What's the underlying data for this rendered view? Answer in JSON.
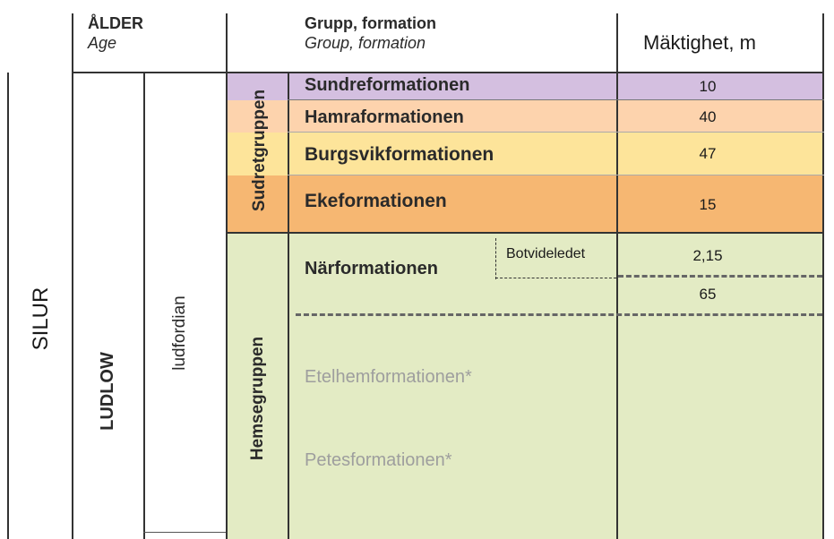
{
  "header": {
    "age_sv": "ÅLDER",
    "age_en": "Age",
    "group_sv": "Grupp, formation",
    "group_en": "Group, formation",
    "thickness": "Mäktighet, m"
  },
  "age": {
    "system": "SILUR",
    "series": "LUDLOW",
    "stage": "ludfordian"
  },
  "groups": {
    "sudret": "Sudretgruppen",
    "hemse": "Hemsegruppen"
  },
  "formations": [
    {
      "name": "Sundreformationen",
      "thickness": "10",
      "color": "#d4bfe0"
    },
    {
      "name": "Hamraformationen",
      "thickness": "40",
      "color": "#fdd3ad"
    },
    {
      "name": "Burgsvikformationen",
      "thickness": "47",
      "color": "#fde49a"
    },
    {
      "name": "Ekeformationen",
      "thickness": "15",
      "color": "#f6b772"
    },
    {
      "name": "Närformationen",
      "member": "Botvideledet",
      "thickness_member": "2,15",
      "thickness": "65",
      "color": "#e3ebc4"
    },
    {
      "name": "Etelhemformationen*",
      "color": "#e3ebc4"
    },
    {
      "name": "Petesformationen*",
      "color": "#e3ebc4"
    }
  ]
}
